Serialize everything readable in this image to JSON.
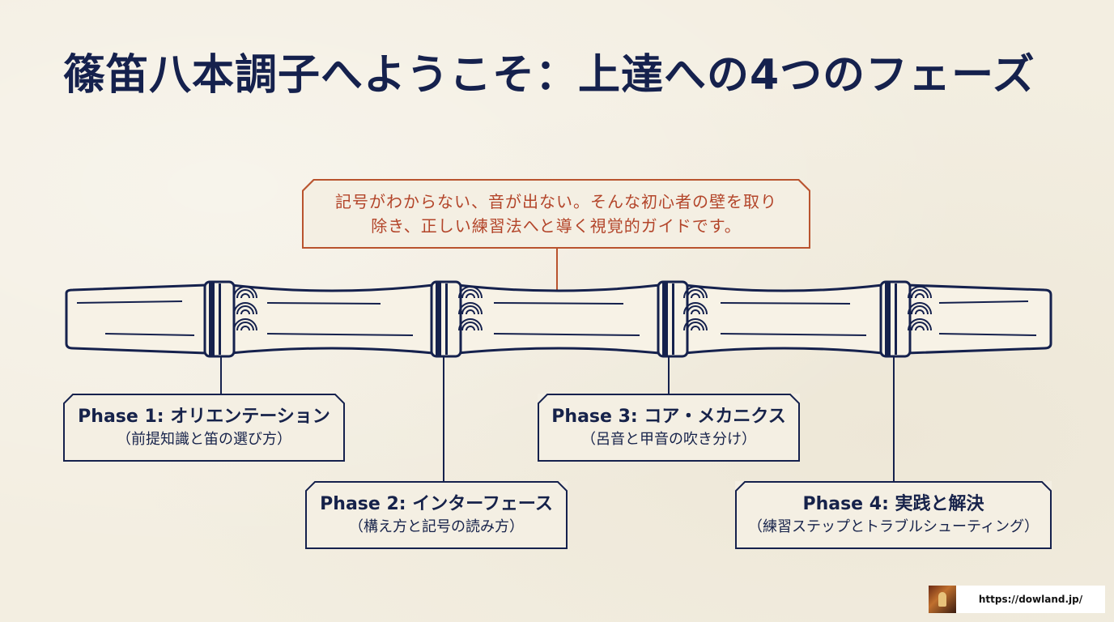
{
  "title": "篠笛八本調子へようこそ：上達への4つのフェーズ",
  "intro": {
    "line1": "記号がわからない、音が出ない。そんな初心者の壁を取り",
    "line2": "除き、正しい練習法へと導く視覚的ガイドです。"
  },
  "phases": [
    {
      "title": "Phase 1: オリエンテーション",
      "subtitle": "（前提知識と笛の選び方）"
    },
    {
      "title": "Phase 2: インターフェース",
      "subtitle": "（構え方と記号の読み方）"
    },
    {
      "title": "Phase 3: コア・メカニクス",
      "subtitle": "（呂音と甲音の吹き分け）"
    },
    {
      "title": "Phase 4: 実践と解決",
      "subtitle": "（練習ステップとトラブルシューティング）"
    }
  ],
  "footer": {
    "url": "https://dowland.jp/"
  },
  "colors": {
    "navy": "#15214d",
    "accent": "#b9532e",
    "paper": "#f4efe3"
  }
}
